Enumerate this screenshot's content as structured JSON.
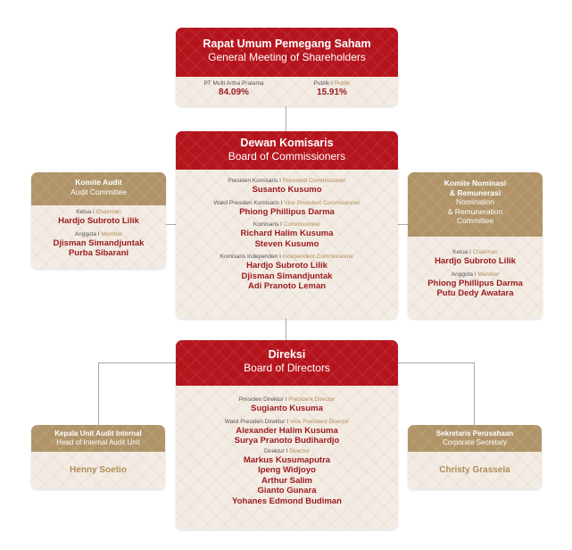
{
  "gms": {
    "title": "Rapat Umum Pemegang Saham",
    "subtitle": "General Meeting of Shareholders",
    "shareholders": [
      {
        "label_id": "PT Multi Artha Pratama",
        "label_en": "",
        "value": "84.09%"
      },
      {
        "label_id": "Publik",
        "label_en": "Public",
        "value": "15.91%"
      }
    ]
  },
  "boc": {
    "title": "Dewan Komisaris",
    "subtitle": "Board of Commissioners",
    "groups": [
      {
        "role_id": "Presiden Komisaris",
        "role_en": "President Commissioner",
        "names": [
          "Susanto Kusumo"
        ]
      },
      {
        "role_id": "Wakil Presiden Komisaris",
        "role_en": "Vice President Commissioner",
        "names": [
          "Phiong Phillipus Darma"
        ]
      },
      {
        "role_id": "Komisaris",
        "role_en": "Commissioner",
        "names": [
          "Richard Halim Kusuma",
          "Steven Kusumo"
        ]
      },
      {
        "role_id": "Komisaris Independen",
        "role_en": "Independent Commissioner",
        "names": [
          "Hardjo Subroto Lilik",
          "Djisman Simandjuntak",
          "Adi Pranoto Leman"
        ]
      }
    ]
  },
  "audit_committee": {
    "title": "Komite Audit",
    "subtitle": "Audit Committee",
    "groups": [
      {
        "role_id": "Ketua",
        "role_en": "Chairman",
        "names": [
          "Hardjo Subroto Lilik"
        ]
      },
      {
        "role_id": "Anggota",
        "role_en": "Member",
        "names": [
          "Djisman Simandjuntak",
          "Purba Sibarani"
        ]
      }
    ]
  },
  "nomination_committee": {
    "title_line1": "Komite Nominasi",
    "title_line2": "& Remunerasi",
    "subtitle_line1": "Nomination",
    "subtitle_line2": "& Remuneration",
    "subtitle_line3": "Committee",
    "groups": [
      {
        "role_id": "Ketua",
        "role_en": "Chairman",
        "names": [
          "Hardjo Subroto Lilik"
        ]
      },
      {
        "role_id": "Anggota",
        "role_en": "Member",
        "names": [
          "Phiong Phillipus Darma",
          "Putu Dedy Awatara"
        ]
      }
    ]
  },
  "bod": {
    "title": "Direksi",
    "subtitle": "Board of Directors",
    "groups": [
      {
        "role_id": "Presiden Direktur",
        "role_en": "President Director",
        "names": [
          "Sugianto Kusuma"
        ]
      },
      {
        "role_id": "Wakil Presiden Direktur",
        "role_en": "Vice President Director",
        "names": [
          "Alexander Halim Kusuma",
          "Surya Pranoto Budihardjo"
        ]
      },
      {
        "role_id": "Direktur",
        "role_en": "Director",
        "names": [
          "Markus Kusumaputra",
          "Ipeng Widjoyo",
          "Arthur Salim",
          "Gianto Gunara",
          "Yohanes Edmond Budiman"
        ]
      }
    ]
  },
  "internal_audit": {
    "title": "Kepala Unit Audit Internal",
    "subtitle": "Head of Internal Audit Unit",
    "name": "Henny Soetio"
  },
  "corporate_secretary": {
    "title": "Sekretaris Perusahaan",
    "subtitle": "Corporate Secretary",
    "name": "Christy Grassela"
  },
  "role_separator": " I ",
  "colors": {
    "red": "#b5141d",
    "tan": "#b09468",
    "body": "#f3ece4",
    "name_red": "#9a1a1e",
    "gold": "#b08c58",
    "line": "#a9a9a9"
  }
}
